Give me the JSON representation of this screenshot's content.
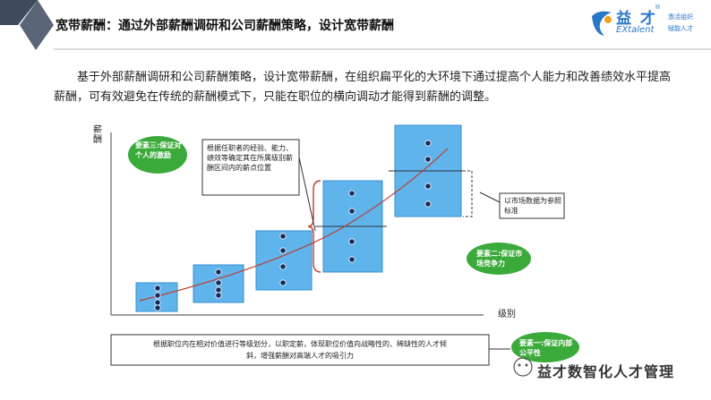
{
  "header": {
    "title": "宽带薪酬：通过外部薪酬调研和公司薪酬策略，设计宽带薪酬"
  },
  "logo": {
    "name": "益 才",
    "reg": "®",
    "english": "EXtalent",
    "slogan_line1": "激活组织",
    "slogan_line2": "赋能人才"
  },
  "intro_text": "基于外部薪酬调研和公司薪酬策略，设计宽带薪酬，在组织扁平化的大环境下通过提高个人能力和改善绩效水平提高薪酬，可有效避免在传统的薪酬模式下，只能在职位的横向调动才能得到薪酬的调整。",
  "diagram": {
    "y_axis_label": "薪酬",
    "x_axis_label": "级别",
    "factor3_label": "要素三:保证对个人的激励",
    "note_box": "根据任职者的经验、能力、绩效等确定其在所属级别薪酬区间内的薪点位置",
    "market_box": "以市场数据为参照标准",
    "factor2_label": "要素二:保证市场竞争力",
    "bottom_box": "根据职位内在相对价值进行等级划分，以职定薪，体现职位价值向战略性的、稀缺性的人才倾斜，增强薪酬对高端人才的吸引力",
    "factor1_label": "要素一:保证内部公平性",
    "colors": {
      "band_fill": "#5fb4ec",
      "band_stroke": "#3a8fd0",
      "bubble": "#3aaa3a",
      "curve": "#c0392b"
    }
  },
  "watermark": "益才数智化人才管理"
}
